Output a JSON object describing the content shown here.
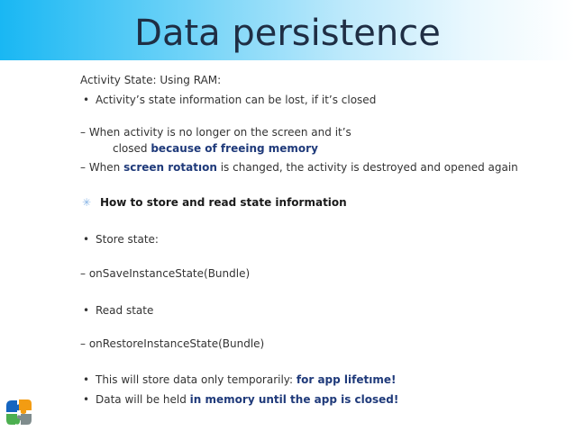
{
  "slide": {
    "title": "Data persistence",
    "l1": "Activity State: Using RAM:",
    "l2": "Activity’s state information can be lost, if it’s closed",
    "l3": "– When activity  is no longer on the screen and it’s",
    "l4a": "closed ",
    "l4b": "because of freeing memory",
    "l5a": "– When ",
    "l5b": "screen rotatıon",
    "l5c": " is changed, the activity  is destroyed and opened again",
    "l6": "How to store and read state  information",
    "l7": "Store state:",
    "l8": "– onSaveInstanceState(Bundle)",
    "l9": "Read state",
    "l10": "– onRestoreInstanceState(Bundle)",
    "l11a": "This will store data only temporarily: ",
    "l11b": "for app lifetıme!",
    "l12a": "Data will be held ",
    "l12b": "in memory until the app is closed!"
  },
  "colors": {
    "header_gradient_start": "#19b7f3",
    "title": "#1f2e44",
    "emphasis": "#1f3a7a"
  },
  "icons": {
    "bullet": "•",
    "star": "✳",
    "logo": "puzzle-logo-icon"
  }
}
